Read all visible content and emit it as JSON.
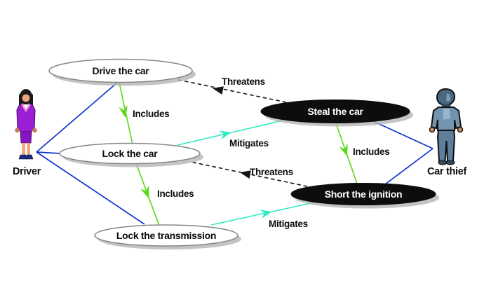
{
  "diagram_kind": "misuse-case-diagram",
  "actors": {
    "driver": {
      "label": "Driver"
    },
    "car_thief": {
      "label": "Car thief"
    }
  },
  "nodes": {
    "drive_the_car": {
      "label": "Drive the car",
      "kind": "use-case"
    },
    "lock_the_car": {
      "label": "Lock the car",
      "kind": "use-case"
    },
    "lock_the_transmission": {
      "label": "Lock the transmission",
      "kind": "use-case"
    },
    "steal_the_car": {
      "label": "Steal the car",
      "kind": "misuse-case"
    },
    "short_the_ignition": {
      "label": "Short the ignition",
      "kind": "misuse-case"
    }
  },
  "edges": {
    "threatens_drive": {
      "label": "Threatens",
      "from": "Steal the car",
      "to": "Drive the car"
    },
    "threatens_lock": {
      "label": "Threatens",
      "from": "Short the ignition",
      "to": "Lock the car"
    },
    "includes_drive_lock": {
      "label": "Includes",
      "from": "Drive the car",
      "to": "Lock the car"
    },
    "includes_lock_transmission": {
      "label": "Includes",
      "from": "Lock the car",
      "to": "Lock the transmission"
    },
    "includes_steal_short": {
      "label": "Includes",
      "from": "Steal the car",
      "to": "Short the ignition"
    },
    "mitigates_lock_steal": {
      "label": "Mitigates",
      "from": "Lock the car",
      "to": "Steal the car"
    },
    "mitigates_transmission_short": {
      "label": "Mitigates",
      "from": "Lock the transmission",
      "to": "Short the ignition"
    }
  },
  "associations": [
    {
      "actor": "Driver",
      "node": "Drive the car"
    },
    {
      "actor": "Driver",
      "node": "Lock the car"
    },
    {
      "actor": "Driver",
      "node": "Lock the transmission"
    },
    {
      "actor": "Car thief",
      "node": "Steal the car"
    },
    {
      "actor": "Car thief",
      "node": "Short the ignition"
    }
  ],
  "colors": {
    "association": "#1133cc",
    "includes": "#58d813",
    "mitigates": "#30ecc2",
    "threatens": "#141414",
    "use_case_fill": "#ffffff",
    "use_case_stroke": "#868686",
    "misuse_case_fill": "#0d0d0d",
    "misuse_case_text": "#ffffff",
    "text": "#0c0c0c",
    "background": "#ffffff"
  }
}
